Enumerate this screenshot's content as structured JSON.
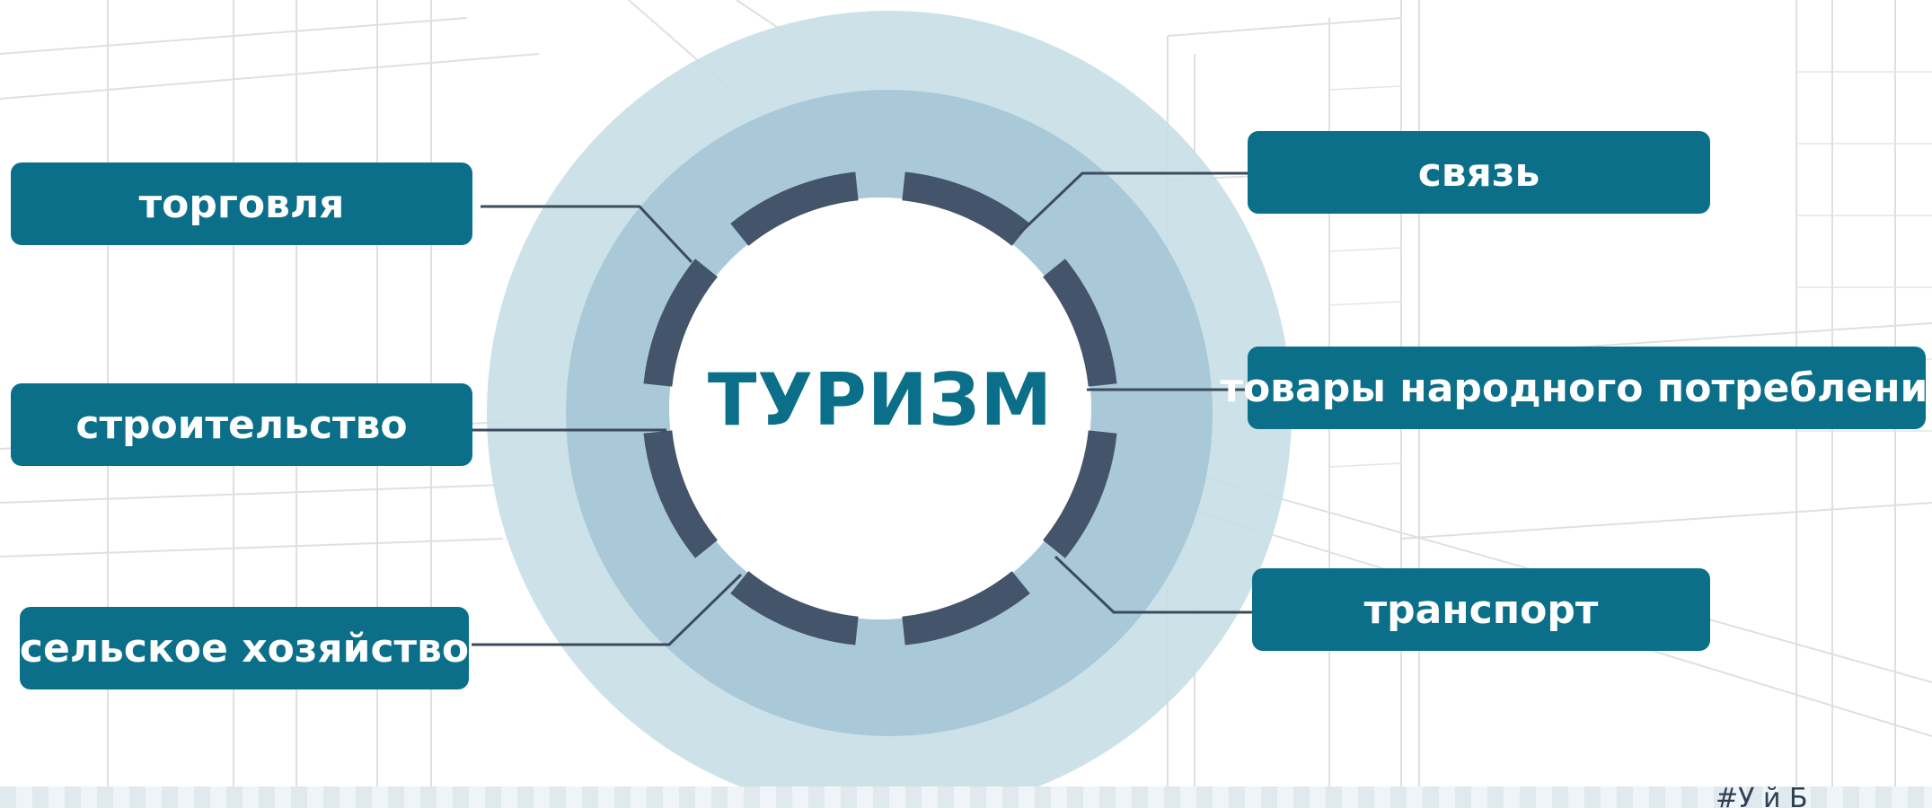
{
  "center": {
    "title": "ТУРИЗМ"
  },
  "left_labels": {
    "trade": "торговля",
    "construction": "строительство",
    "agriculture": "сельское хозяйство"
  },
  "right_labels": {
    "communication": "связь",
    "consumer_goods": "товары народного потребления",
    "transport": "транспорт"
  },
  "footer": {
    "text": "#У   й Б"
  },
  "colors": {
    "label_bg": "#0b6f8a",
    "segment": "#44546a",
    "outer_ring": "#c6dfe5",
    "inner_ring": "#a9c9d9",
    "connector": "#3d4b5c"
  }
}
